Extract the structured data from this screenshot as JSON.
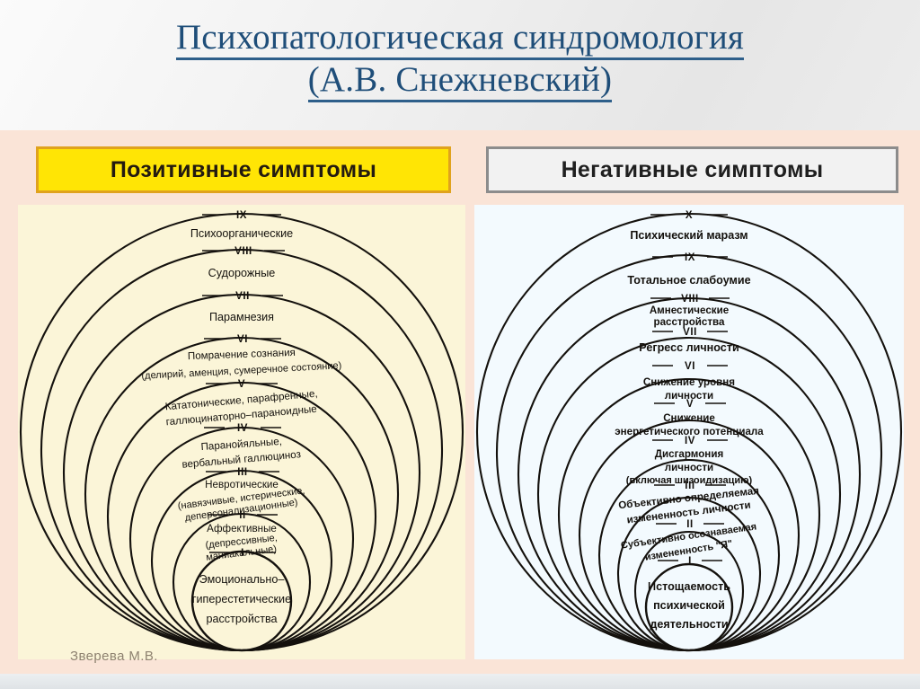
{
  "slide": {
    "title_line_1": "Психопатологическая синдромология",
    "title_line_2": "(А.В. Снежневский)",
    "watermark": "Зверева М.В.",
    "accent_title_color": "#1f4e79",
    "band_color": "#fae4d7"
  },
  "panels": {
    "positive": {
      "header": "Позитивные симптомы",
      "header_bg": "#ffe505",
      "header_border": "#e0a21d",
      "panel_bg": "#fbf5d8",
      "levels": [
        {
          "numeral": "IX",
          "label": [
            "Психоорганические"
          ]
        },
        {
          "numeral": "VIII",
          "label": [
            "Судорожные"
          ]
        },
        {
          "numeral": "VII",
          "label": [
            "Парамнезия"
          ]
        },
        {
          "numeral": "VI",
          "label": [
            "Помрачение сознания",
            "(делирий, аменция, сумеречное состояние)"
          ]
        },
        {
          "numeral": "V",
          "label": [
            "Кататонические, парафренные,",
            "галлюцинаторно–параноидные"
          ]
        },
        {
          "numeral": "IV",
          "label": [
            "Паранойяльные,",
            "вербальный галлюциноз"
          ]
        },
        {
          "numeral": "III",
          "label": [
            "Невротические",
            "(навязчивые, истерические,",
            "деперсонализационные)"
          ]
        },
        {
          "numeral": "II",
          "label": [
            "Аффективные",
            "(депрессивные,",
            "маниакальные)"
          ]
        },
        {
          "numeral": "I",
          "label": [
            "Эмоционально–",
            "гиперестетические",
            "расстройства"
          ]
        }
      ]
    },
    "negative": {
      "header": "Негативные симптомы",
      "header_bg": "#f2f2f2",
      "header_border": "#8c8c8c",
      "panel_bg": "#f3fafe",
      "levels": [
        {
          "numeral": "X",
          "label": [
            "Психический маразм"
          ]
        },
        {
          "numeral": "IX",
          "label": [
            "Тотальное слабоумие"
          ]
        },
        {
          "numeral": "VIII",
          "label": [
            "Амнестические",
            "расстройства"
          ]
        },
        {
          "numeral": "VII",
          "label": [
            "Регресс личности"
          ]
        },
        {
          "numeral": "VI",
          "label": [
            "Снижение уровня",
            "личности"
          ]
        },
        {
          "numeral": "V",
          "label": [
            "Снижение",
            "энергетического потенциала"
          ]
        },
        {
          "numeral": "IV",
          "label": [
            "Дисгармония",
            "личности",
            "(включая шизоидизацию)"
          ]
        },
        {
          "numeral": "III",
          "label": [
            "Объективно определяемая",
            "измененность личности"
          ]
        },
        {
          "numeral": "II",
          "label": [
            "Субъективно осознаваемая",
            "измененность \"Я\""
          ]
        },
        {
          "numeral": "I",
          "label": [
            "Истощаемость",
            "психической",
            "деятельности"
          ]
        }
      ]
    }
  }
}
